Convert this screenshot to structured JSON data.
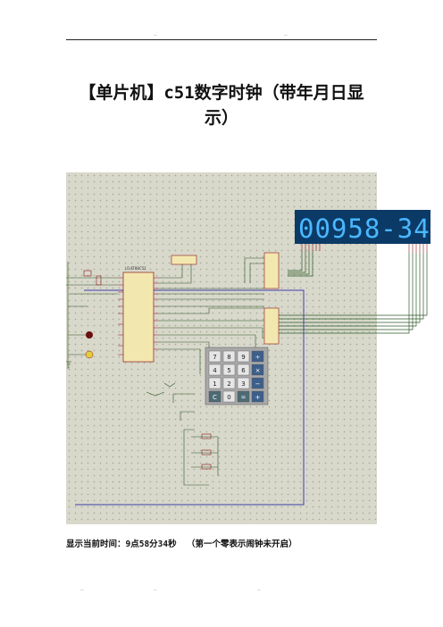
{
  "header": {
    "marks": [
      "..",
      ".."
    ]
  },
  "title_lines": [
    "【单片机】c51数字时钟（带年月日显",
    "示）"
  ],
  "schematic": {
    "display_readout": "00958-34",
    "ic_label": "U1",
    "ic_sub": "AT89C51",
    "keypad_keys": [
      "7",
      "8",
      "9",
      "÷",
      "4",
      "5",
      "6",
      "×",
      "1",
      "2",
      "3",
      "−",
      "C",
      "0",
      "=",
      "+"
    ],
    "colors": {
      "background": "#d8d8cb",
      "display_body": "#0b3a66",
      "segment": "#49b8ff",
      "wire": "#2f5b2a",
      "ic_fill": "#f3e7b0",
      "ic_outline": "#8b1a1a",
      "bus": "#3f3fae"
    }
  },
  "caption": "显示当前时间：9点58分34秒  （第一个零表示闹钟未开启）",
  "footer": {
    "marks": [
      "..",
      "..",
      ".."
    ]
  }
}
